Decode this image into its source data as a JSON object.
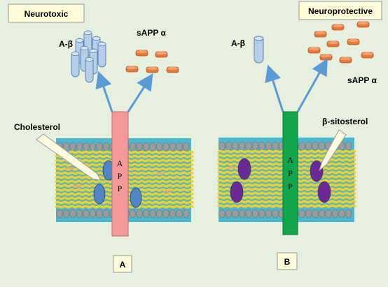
{
  "panel_a": {
    "badge": "Neurotoxic",
    "abeta_label": "A-β",
    "sapp_label": "sAPP α",
    "lipid_label": "Cholesterol",
    "protein_letters": [
      "A",
      "P",
      "P"
    ],
    "panel_letter": "A"
  },
  "panel_b": {
    "badge": "Neuroprotective",
    "abeta_label": "A-β",
    "sapp_label": "sAPP α",
    "lipid_label": "β-sitosterol",
    "protein_letters": [
      "A",
      "P",
      "P"
    ],
    "panel_letter": "B"
  },
  "colors": {
    "background": "#e7f0df",
    "membrane_blue": "#4bb8cf",
    "lipid_tail": "#f2cf2a",
    "lipid_head": "#9c9c9c",
    "app_a": "#f3999a",
    "app_b": "#12a64c",
    "cholesterol": "#4f86c6",
    "sitosterol": "#6b2a93",
    "sapp": "#e9773a",
    "abeta": "#b5cfe8",
    "arrow": "#5b9bd5"
  }
}
